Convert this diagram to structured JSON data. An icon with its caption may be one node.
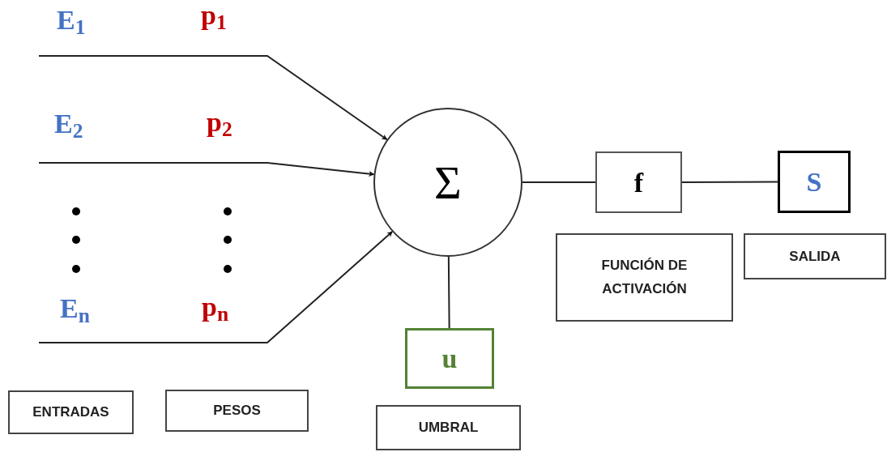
{
  "diagram": {
    "nodes": [
      {
        "text": [
          "Σ"
        ]
      },
      {
        "text": [
          "f"
        ]
      },
      {
        "text": [
          "S"
        ]
      },
      {
        "text": [
          "u"
        ]
      },
      {
        "text": [
          "FUNCIÓN DE ACTIVACIÓN"
        ]
      },
      {
        "text": [
          "SALIDA"
        ]
      },
      {
        "text": [
          "ENTRADAS"
        ]
      },
      {
        "text": [
          "PESOS"
        ]
      },
      {
        "text": [
          "UMBRAL"
        ]
      }
    ],
    "edges": [
      {
        "from": null,
        "to": 0,
        "arrow": "to"
      },
      {
        "from": null,
        "to": 0,
        "arrow": "to"
      },
      {
        "from": null,
        "to": 0,
        "arrow": "to"
      },
      {
        "from": 0,
        "to": 1,
        "arrow": "none"
      },
      {
        "from": 1,
        "to": 2,
        "arrow": "none"
      },
      {
        "from": 3,
        "to": 0,
        "arrow": "none"
      }
    ],
    "labels": [
      "E$_{1}$",
      "p$_{1}$",
      "E$_{2}$",
      "p$_{2}$",
      "E$_{n}$",
      "p$_{n}$"
    ]
  }
}
